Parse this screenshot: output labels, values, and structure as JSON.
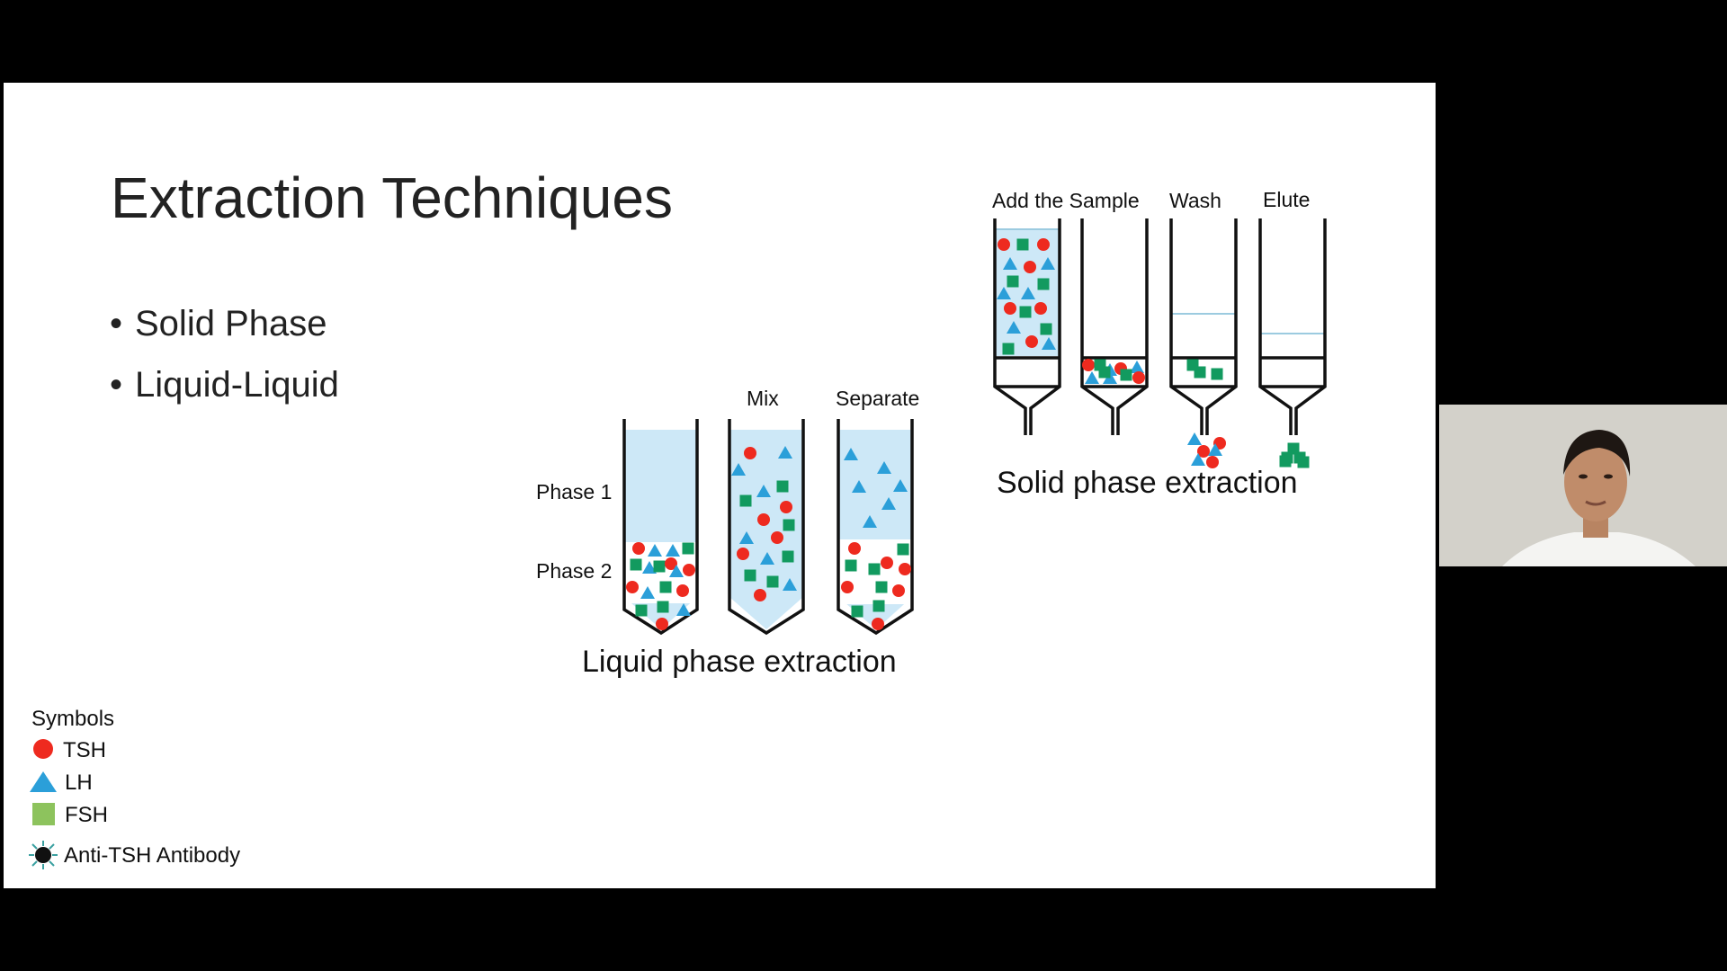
{
  "slide": {
    "title": "Extraction Techniques",
    "bullets": [
      "Solid Phase",
      "Liquid-Liquid"
    ]
  },
  "liquid_phase": {
    "label_phase1": "Phase 1",
    "label_phase2": "Phase 2",
    "label_mix": "Mix",
    "label_separate": "Separate",
    "caption": "Liquid phase extraction"
  },
  "solid_phase": {
    "label_add": "Add the Sample",
    "label_wash": "Wash",
    "label_elute": "Elute",
    "caption": "Solid phase extraction"
  },
  "legend": {
    "heading": "Symbols",
    "items": [
      {
        "label": "TSH",
        "icon": "red-circle-icon",
        "color": "#ee2a1f"
      },
      {
        "label": "LH",
        "icon": "blue-triangle-icon",
        "color": "#2b9fd9"
      },
      {
        "label": "FSH",
        "icon": "green-square-icon",
        "color": "#8dc35d"
      },
      {
        "label": "Anti-TSH Antibody",
        "icon": "antibody-icon",
        "color": "#111111"
      }
    ]
  },
  "colors": {
    "phase_fill": "#cde8f7",
    "tsh_marker": "#ee2a1f",
    "lh_marker": "#2b9fd9",
    "fsh_marker": "#129a5f",
    "background": "#000000",
    "slide": "#ffffff"
  }
}
